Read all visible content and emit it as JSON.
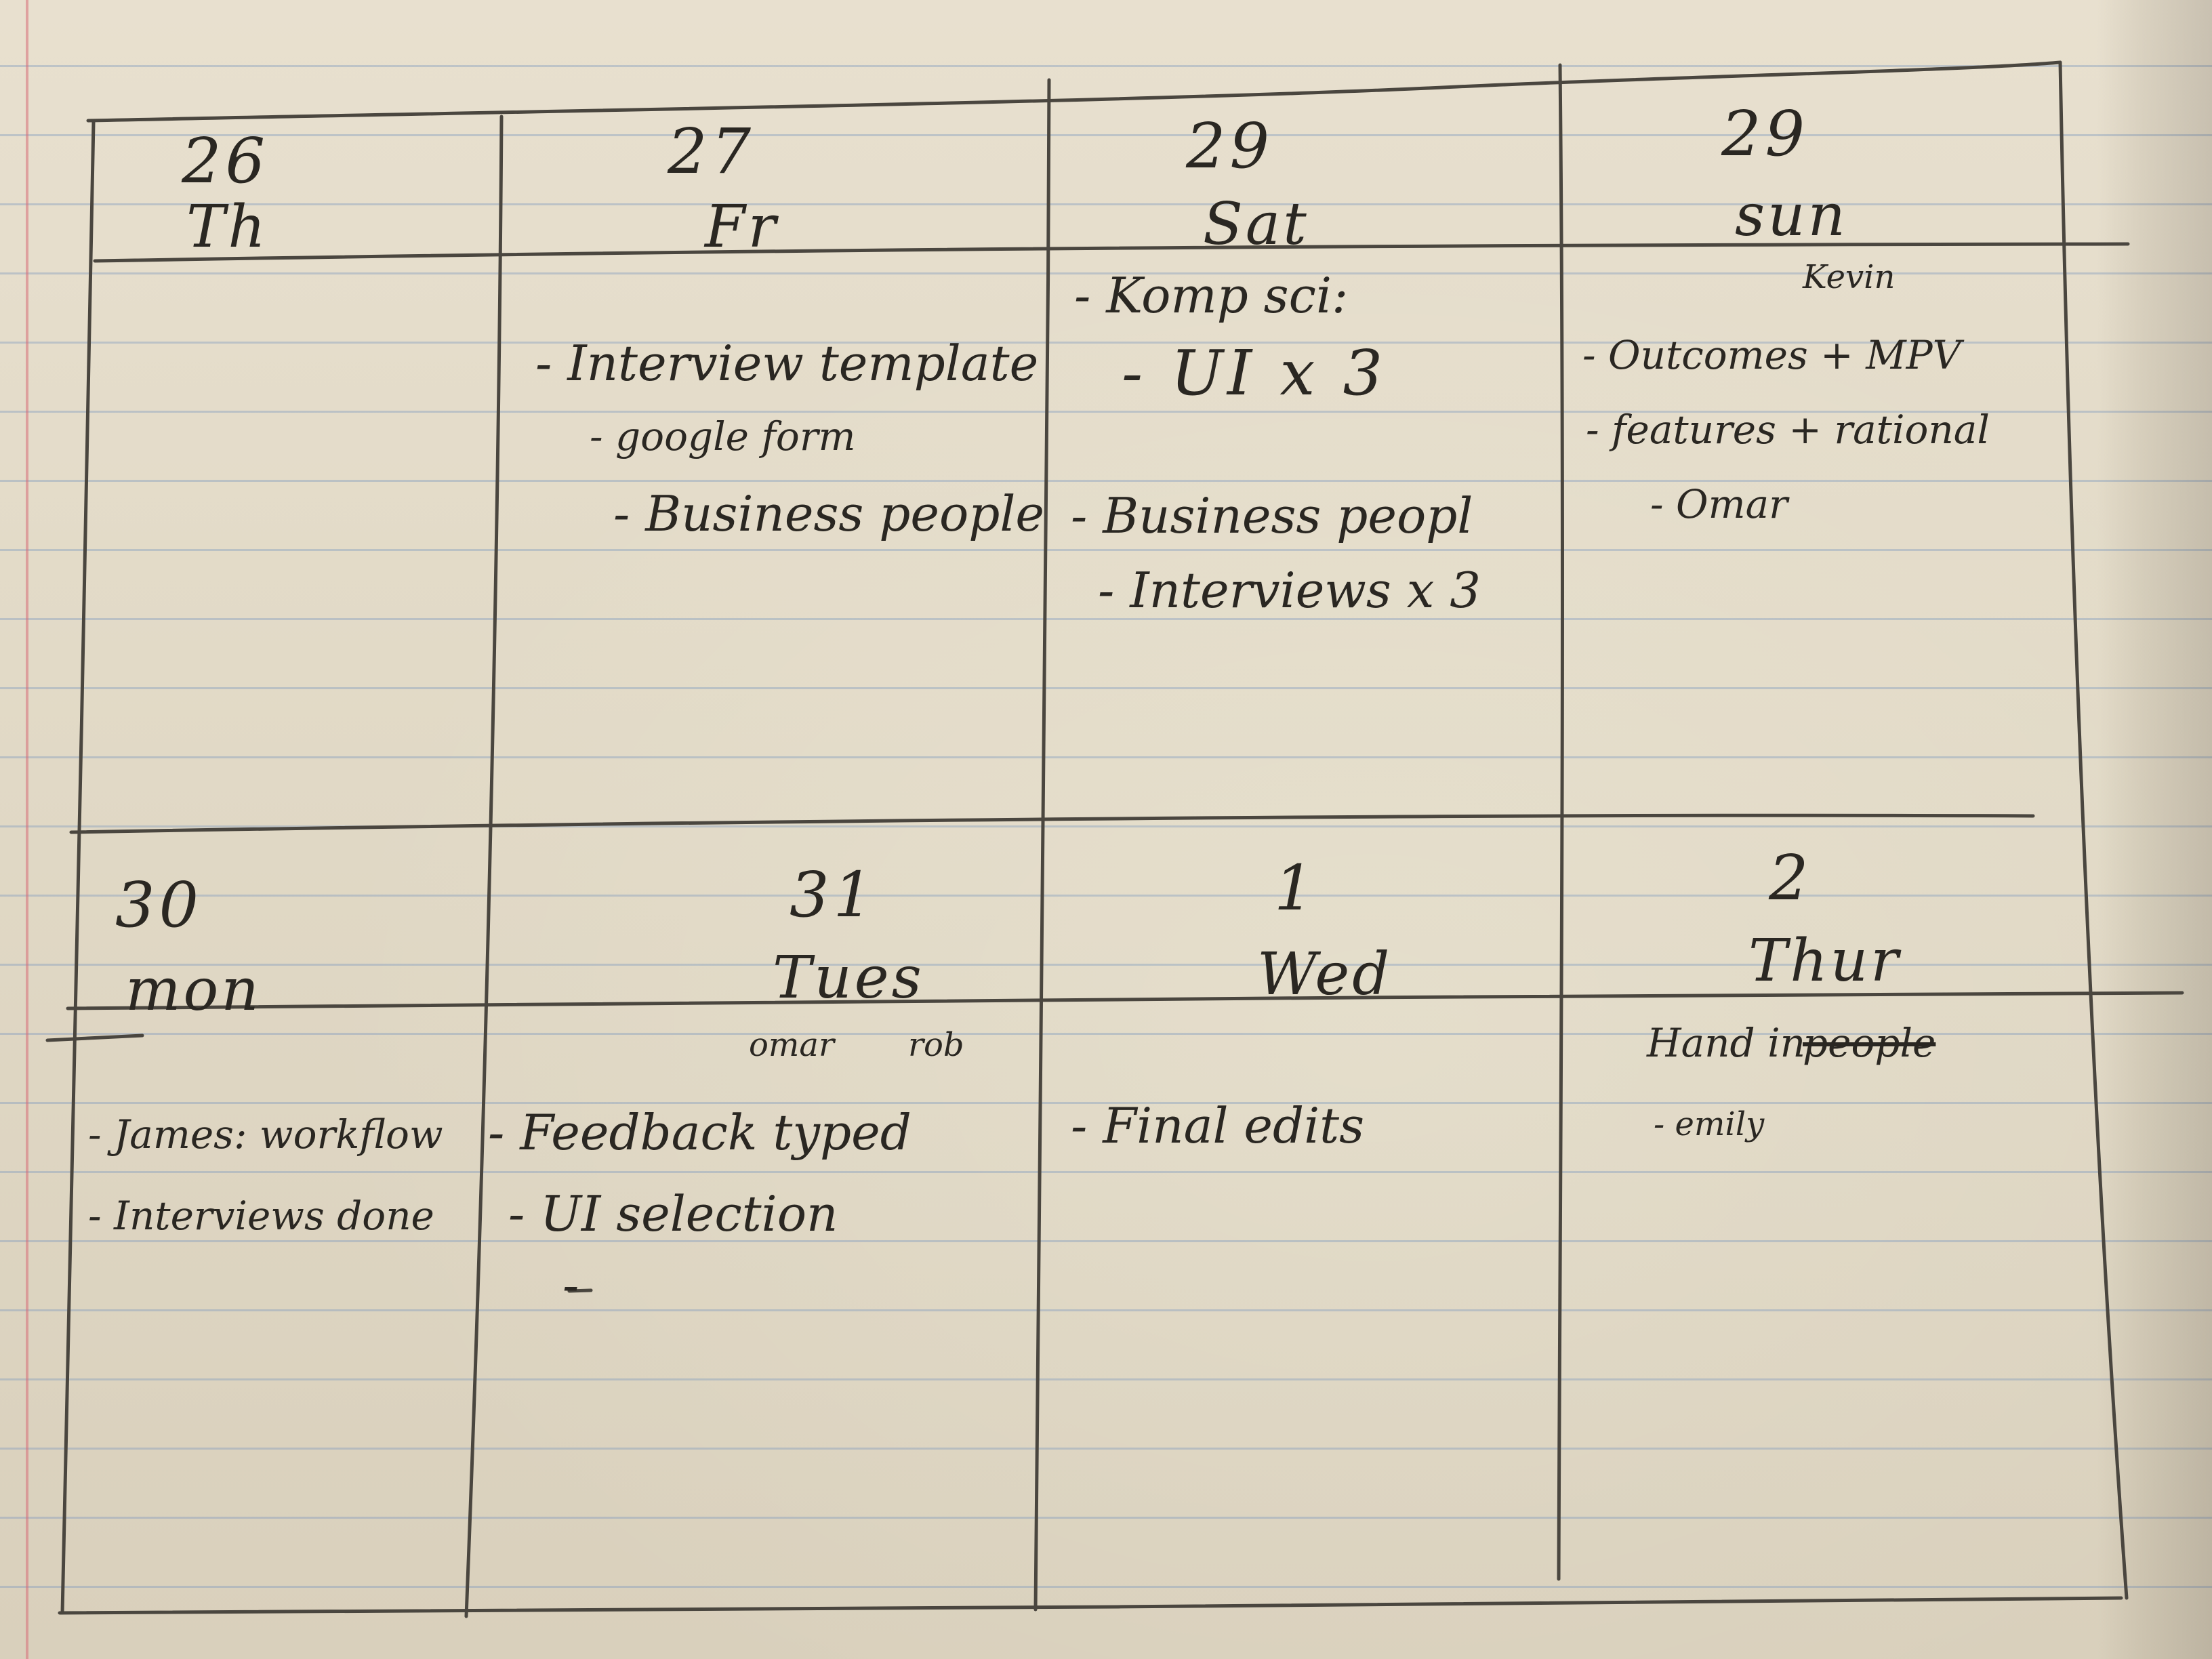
{
  "week1": [
    {
      "date": "26",
      "day": "Th",
      "tasks": []
    },
    {
      "date": "27",
      "day": "Fr",
      "tasks": [
        "- Interview template",
        "- google form",
        "- Business people"
      ]
    },
    {
      "date": "29",
      "day": "Sat",
      "tasks": [
        "- Komp sci:",
        "- UI x 3",
        "- Business peopl",
        "- Interviews x 3"
      ]
    },
    {
      "date": "29",
      "day": "sun",
      "note": "Kevin",
      "tasks": [
        "- Outcomes + MPV",
        "- features + rational",
        "- Omar"
      ]
    }
  ],
  "week2": [
    {
      "date": "30",
      "day": "mon",
      "tasks": [
        "- James: workflow",
        "- Interviews done"
      ]
    },
    {
      "date": "31",
      "day": "Tues",
      "notes": [
        "omar",
        "rob"
      ],
      "tasks": [
        "- Feedback typed",
        "- UI selection",
        "-"
      ]
    },
    {
      "date": "1",
      "day": "Wed",
      "tasks": [
        "- Final edits"
      ]
    },
    {
      "date": "2",
      "day": "Thur",
      "tasks": [
        "Hand in",
        "people",
        "- emily"
      ]
    }
  ]
}
